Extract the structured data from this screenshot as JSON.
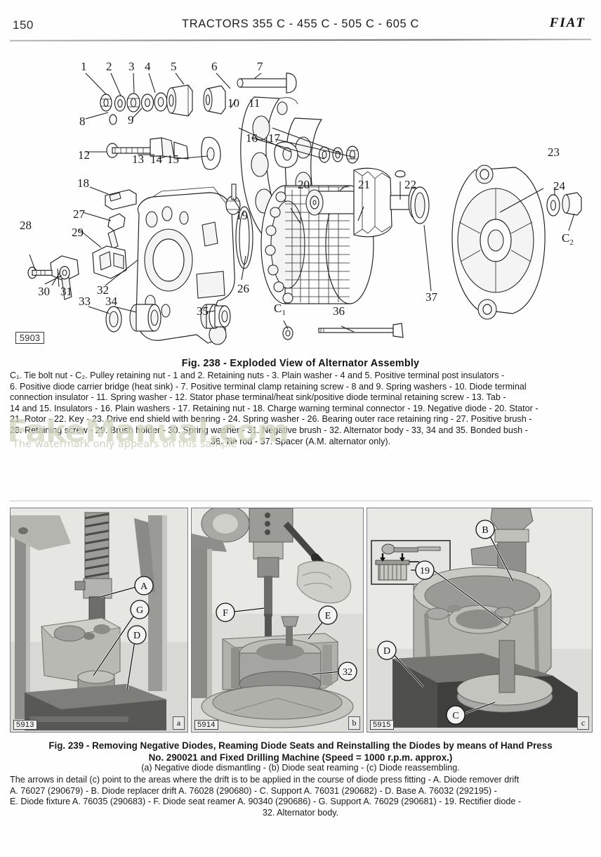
{
  "header": {
    "page_number": "150",
    "title": "TRACTORS  355 C  -  455 C  -  505 C  -  605 C",
    "brand": "FIAT"
  },
  "figure_238": {
    "ref_code": "5903",
    "caption_title": "Fig. 238 - Exploded View of Alternator Assembly",
    "caption_lines": [
      "C₁. Tie bolt nut - C₂. Pulley retaining nut - 1 and 2. Retaining nuts - 3. Plain washer - 4 and 5. Positive terminal post insulators -",
      "6. Positive diode carrier bridge (heat sink) - 7. Positive terminal clamp retaining screw - 8 and 9. Spring washers - 10. Diode terminal",
      "connection insulator - 11. Spring washer - 12. Stator phase terminal/heat sink/positive diode terminal retaining screw - 13. Tab -",
      "14 and 15. Insulators - 16. Plain washers - 17. Retaining nut - 18. Charge warning terminal connector - 19. Negative diode - 20. Stator -",
      "21. Rotor - 22. Key - 23. Drive end shield with bearing - 24. Spring washer - 26. Bearing outer race retaining ring - 27. Positive brush -",
      "28. Retaining screw - 29. Brush holder - 30. Spring washer - 31. Negative brush - 32. Alternator body - 33, 34 and 35. Bonded bush -"
    ],
    "caption_last_line": "36. Tie rod - 37. Spacer (A.M. alternator only).",
    "callout_numbers": [
      "1",
      "2",
      "3",
      "4",
      "5",
      "6",
      "7",
      "8",
      "9",
      "10",
      "11",
      "12",
      "13",
      "14",
      "15",
      "16",
      "17",
      "18",
      "19",
      "20",
      "21",
      "22",
      "23",
      "24",
      "26",
      "27",
      "28",
      "29",
      "30",
      "31",
      "32",
      "33",
      "34",
      "35",
      "36",
      "37"
    ],
    "callout_letters": [
      "C1",
      "C2"
    ]
  },
  "figure_239": {
    "caption_title_line1": "Fig. 239 - Removing Negative Diodes, Reaming Diode Seats and Reinstalling the Diodes by means of Hand Press",
    "caption_title_line2": "No. 290021 and Fixed Drilling Machine (Speed = 1000 r.p.m. approx.)",
    "caption_sub": "(a) Negative diode dismantling - (b) Diode seat reaming - (c) Diode reassembling.",
    "caption_lines": [
      "The arrows in detail (c) point to the areas where the drift is to be applied in the course of diode press fitting - A. Diode remover drift",
      "A. 76027 (290679) - B. Diode replacer drift A. 76028 (290680) - C. Support A. 76031 (290682) - D. Base A. 76032 (292195) -",
      "E. Diode fixture A. 76035 (290683) - F. Diode seat reamer A. 90340 (290686) - G. Support A. 76029 (290681) - 19. Rectifier diode -"
    ],
    "caption_last_line": "32. Alternator body.",
    "panels": [
      {
        "id": "a",
        "ref_code": "5913",
        "letter": "a",
        "callouts": [
          "A",
          "G",
          "D"
        ]
      },
      {
        "id": "b",
        "ref_code": "5914",
        "letter": "b",
        "callouts": [
          "F",
          "E",
          "32"
        ]
      },
      {
        "id": "c",
        "ref_code": "5915",
        "letter": "c",
        "callouts": [
          "B",
          "19",
          "D",
          "C"
        ]
      }
    ]
  },
  "watermark": {
    "text": "FakeManual.com",
    "note": "The watermark only appears on this sample",
    "color": "#cfd6bd"
  }
}
